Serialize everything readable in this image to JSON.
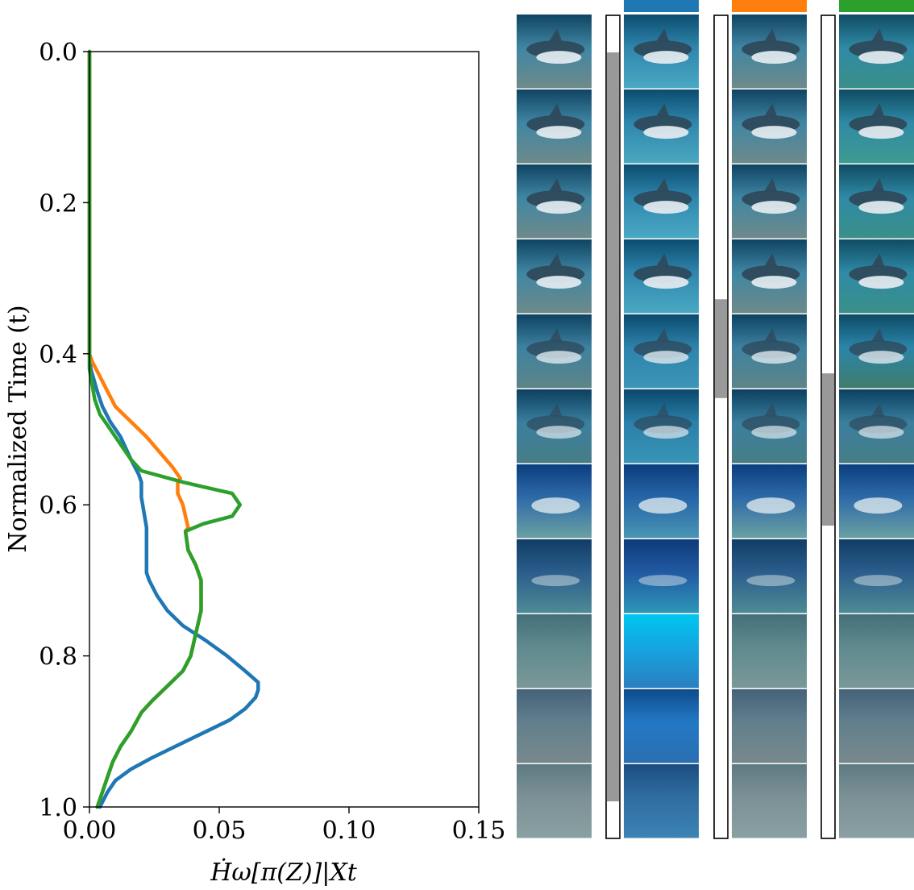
{
  "chart_data": {
    "type": "line",
    "ylabel": "Normalized Time (t)",
    "xlabel": "Ḣω[π(Z)]|Xt",
    "xlim": [
      0.0,
      0.15
    ],
    "ylim": [
      0.0,
      1.0
    ],
    "y_inverted": true,
    "x_ticks": [
      "0.00",
      "0.05",
      "0.10",
      "0.15"
    ],
    "y_ticks": [
      "0.0",
      "0.2",
      "0.4",
      "0.6",
      "0.8",
      "1.0"
    ],
    "grid": false,
    "series": [
      {
        "color": "#1f77b4",
        "points": [
          [
            0.0,
            0.0
          ],
          [
            0.0,
            0.1
          ],
          [
            0.0,
            0.2
          ],
          [
            0.0,
            0.3
          ],
          [
            0.0,
            0.4
          ],
          [
            0.0005,
            0.42
          ],
          [
            0.003,
            0.45
          ],
          [
            0.005,
            0.47
          ],
          [
            0.008,
            0.49
          ],
          [
            0.012,
            0.51
          ],
          [
            0.016,
            0.54
          ],
          [
            0.019,
            0.56
          ],
          [
            0.02,
            0.57
          ],
          [
            0.02,
            0.59
          ],
          [
            0.021,
            0.61
          ],
          [
            0.022,
            0.63
          ],
          [
            0.022,
            0.65
          ],
          [
            0.022,
            0.67
          ],
          [
            0.022,
            0.69
          ],
          [
            0.023,
            0.7
          ],
          [
            0.026,
            0.72
          ],
          [
            0.03,
            0.74
          ],
          [
            0.036,
            0.76
          ],
          [
            0.045,
            0.78
          ],
          [
            0.053,
            0.8
          ],
          [
            0.06,
            0.82
          ],
          [
            0.065,
            0.835
          ],
          [
            0.065,
            0.845
          ],
          [
            0.064,
            0.855
          ],
          [
            0.06,
            0.87
          ],
          [
            0.054,
            0.885
          ],
          [
            0.045,
            0.9
          ],
          [
            0.033,
            0.92
          ],
          [
            0.024,
            0.935
          ],
          [
            0.016,
            0.95
          ],
          [
            0.01,
            0.965
          ],
          [
            0.007,
            0.98
          ],
          [
            0.004,
            1.0
          ]
        ]
      },
      {
        "color": "#ff7f0e",
        "points": [
          [
            0.0,
            0.0
          ],
          [
            0.0,
            0.1
          ],
          [
            0.0,
            0.2
          ],
          [
            0.0,
            0.3
          ],
          [
            0.0,
            0.4
          ],
          [
            0.001,
            0.41
          ],
          [
            0.004,
            0.43
          ],
          [
            0.007,
            0.45
          ],
          [
            0.01,
            0.47
          ],
          [
            0.016,
            0.49
          ],
          [
            0.022,
            0.51
          ],
          [
            0.027,
            0.53
          ],
          [
            0.032,
            0.55
          ],
          [
            0.035,
            0.565
          ],
          [
            0.034,
            0.57
          ],
          [
            0.034,
            0.585
          ],
          [
            0.036,
            0.6
          ],
          [
            0.037,
            0.615
          ],
          [
            0.038,
            0.63
          ],
          [
            0.037,
            0.635
          ],
          [
            0.038,
            0.66
          ],
          [
            0.041,
            0.68
          ],
          [
            0.043,
            0.7
          ],
          [
            0.043,
            0.72
          ],
          [
            0.043,
            0.74
          ],
          [
            0.041,
            0.77
          ],
          [
            0.039,
            0.8
          ],
          [
            0.036,
            0.82
          ],
          [
            0.03,
            0.84
          ],
          [
            0.024,
            0.86
          ],
          [
            0.02,
            0.875
          ],
          [
            0.016,
            0.9
          ],
          [
            0.012,
            0.92
          ],
          [
            0.009,
            0.94
          ],
          [
            0.007,
            0.96
          ],
          [
            0.005,
            0.98
          ],
          [
            0.003,
            1.0
          ]
        ]
      },
      {
        "color": "#2ca02c",
        "points": [
          [
            0.0,
            0.0
          ],
          [
            0.0,
            0.1
          ],
          [
            0.0,
            0.2
          ],
          [
            0.0,
            0.3
          ],
          [
            0.0,
            0.4
          ],
          [
            0.0,
            0.42
          ],
          [
            0.001,
            0.44
          ],
          [
            0.002,
            0.46
          ],
          [
            0.004,
            0.48
          ],
          [
            0.008,
            0.5
          ],
          [
            0.012,
            0.52
          ],
          [
            0.016,
            0.54
          ],
          [
            0.02,
            0.555
          ],
          [
            0.036,
            0.57
          ],
          [
            0.055,
            0.585
          ],
          [
            0.058,
            0.6
          ],
          [
            0.055,
            0.615
          ],
          [
            0.044,
            0.625
          ],
          [
            0.037,
            0.635
          ],
          [
            0.038,
            0.66
          ],
          [
            0.041,
            0.68
          ],
          [
            0.043,
            0.7
          ],
          [
            0.043,
            0.72
          ],
          [
            0.043,
            0.74
          ],
          [
            0.041,
            0.77
          ],
          [
            0.039,
            0.8
          ],
          [
            0.036,
            0.82
          ],
          [
            0.03,
            0.84
          ],
          [
            0.024,
            0.86
          ],
          [
            0.02,
            0.875
          ],
          [
            0.016,
            0.9
          ],
          [
            0.012,
            0.92
          ],
          [
            0.009,
            0.94
          ],
          [
            0.007,
            0.96
          ],
          [
            0.005,
            0.98
          ],
          [
            0.003,
            1.0
          ]
        ]
      }
    ]
  },
  "image_grid": {
    "rows": 11,
    "columns": [
      {
        "header_color": null,
        "bar": null,
        "tones": [
          [
            "#3f86a3",
            "#0f4462",
            "#6e8a8a"
          ],
          [
            "#3f86a3",
            "#0f4462",
            "#6e8a8a"
          ],
          [
            "#3f86a3",
            "#0f4462",
            "#6e8a8a"
          ],
          [
            "#3f86a3",
            "#0f4462",
            "#6e8a8a"
          ],
          [
            "#3d82a0",
            "#0e4262",
            "#5e8488"
          ],
          [
            "#3a7f9f",
            "#0c3f5f",
            "#487d86"
          ],
          [
            "#2e6aa8",
            "#0b3e7e",
            "#6aa0a3"
          ],
          [
            "#2b5e8c",
            "#113d66",
            "#4e8a95"
          ],
          [
            "#5f8a8e",
            "#446f78",
            "#7b9898"
          ],
          [
            "#617f8c",
            "#45627a",
            "#78898c"
          ],
          [
            "#7c9196",
            "#5e7a82",
            "#8ba0a2"
          ]
        ]
      },
      {
        "header_color": "#1f77b4",
        "bar": {
          "start": 0.045,
          "end": 0.955
        },
        "tones": [
          [
            "#2f86ad",
            "#0c4c70",
            "#49a9c3"
          ],
          [
            "#2f86ad",
            "#0c4c70",
            "#4aa8c0"
          ],
          [
            "#2f86ad",
            "#0c4c70",
            "#49a9c3"
          ],
          [
            "#2f86ad",
            "#0c4c70",
            "#49a9c3"
          ],
          [
            "#2d83ab",
            "#0c4a6e",
            "#3c96b8"
          ],
          [
            "#2b80a9",
            "#0b486c",
            "#3894b6"
          ],
          [
            "#2565a8",
            "#0b3d7c",
            "#4a95b4"
          ],
          [
            "#215aa2",
            "#0e3a79",
            "#2e96b8"
          ],
          [
            "#15a5e0",
            "#00c6f0",
            "#2a7fc0"
          ],
          [
            "#2378c4",
            "#0d4c8c",
            "#2a6fb0"
          ],
          [
            "#2f6da0",
            "#1b4d80",
            "#3c83b5"
          ]
        ]
      },
      {
        "header_color": "#ff7f0e",
        "bar": {
          "start": 0.345,
          "end": 0.465
        },
        "tones": [
          [
            "#3f86a3",
            "#0f4462",
            "#6e8a8a"
          ],
          [
            "#3f86a3",
            "#0f4462",
            "#6e8a8a"
          ],
          [
            "#3f86a3",
            "#0f4462",
            "#6e8a8a"
          ],
          [
            "#3f86a3",
            "#0f4462",
            "#6e8a8a"
          ],
          [
            "#3d82a0",
            "#0e4262",
            "#5e8488"
          ],
          [
            "#3a7f9f",
            "#0c3f5f",
            "#487d86"
          ],
          [
            "#2e6aa8",
            "#0b3e7e",
            "#6aa0a3"
          ],
          [
            "#2b5e8c",
            "#113d66",
            "#4e8a95"
          ],
          [
            "#5f8a8e",
            "#446f78",
            "#7b9898"
          ],
          [
            "#617f8c",
            "#45627a",
            "#78898c"
          ],
          [
            "#7c9196",
            "#5e7a82",
            "#8ba0a2"
          ]
        ]
      },
      {
        "header_color": "#2ca02c",
        "bar": {
          "start": 0.435,
          "end": 0.62
        },
        "tones": [
          [
            "#2f8aa6",
            "#0f4c63",
            "#3a8f88"
          ],
          [
            "#2f8aa6",
            "#0f4c63",
            "#3f9a90"
          ],
          [
            "#2f8aa6",
            "#0f4c63",
            "#3a8f88"
          ],
          [
            "#2f8aa6",
            "#0f4c63",
            "#3a8f88"
          ],
          [
            "#2b85a8",
            "#0d4a66",
            "#3f7c6c"
          ],
          [
            "#3a7f9f",
            "#0c3f5f",
            "#487d86"
          ],
          [
            "#2e6aa8",
            "#0b3e7e",
            "#6aa0a3"
          ],
          [
            "#2b5e8c",
            "#113d66",
            "#4e8a95"
          ],
          [
            "#5f8a8e",
            "#446f78",
            "#7b9898"
          ],
          [
            "#617f8c",
            "#45627a",
            "#78898c"
          ],
          [
            "#7c9196",
            "#5e7a82",
            "#8ba0a2"
          ]
        ]
      }
    ]
  }
}
